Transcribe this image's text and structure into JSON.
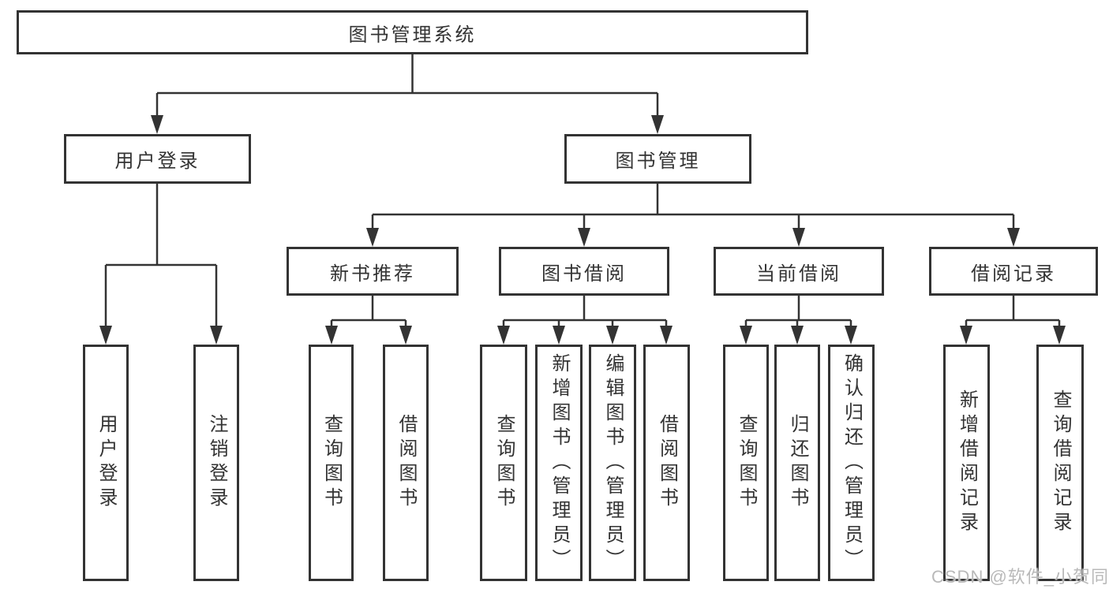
{
  "diagram": {
    "root": "图书管理系统",
    "level2": {
      "login": "用户登录",
      "management": "图书管理"
    },
    "level3": {
      "recommend": "新书推荐",
      "borrow": "图书借阅",
      "current": "当前借阅",
      "records": "借阅记录"
    },
    "leaves": {
      "login": [
        "用户登录",
        "注销登录"
      ],
      "recommend": [
        "查询图书",
        "借阅图书"
      ],
      "borrow": [
        "查询图书",
        "新增图书（管理员）",
        "编辑图书（管理员）",
        "借阅图书"
      ],
      "current": [
        "查询图书",
        "归还图书",
        "确认归还（管理员）"
      ],
      "records": [
        "新增借阅记录",
        "查询借阅记录"
      ]
    },
    "colors": {
      "line": "#333333",
      "text": "#333333",
      "background": "#ffffff",
      "watermark": "#b9b9b9"
    },
    "watermark": "CSDN @软件_小贺同学"
  }
}
